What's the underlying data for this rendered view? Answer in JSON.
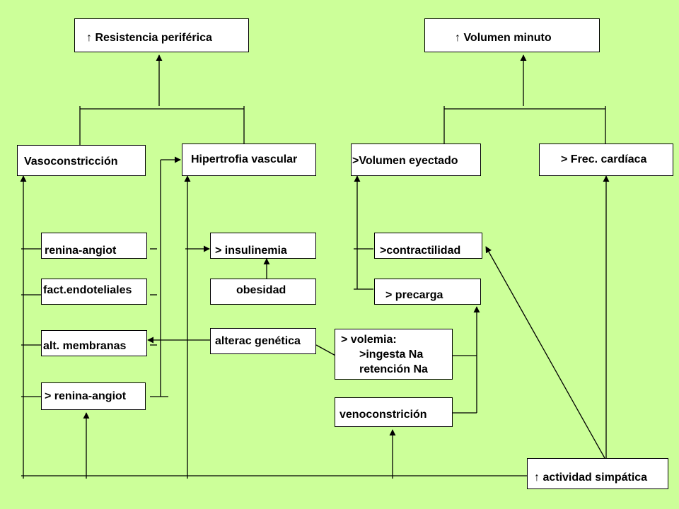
{
  "boxes": {
    "resistencia": "↑ Resistencia periférica",
    "volumen_minuto": "↑ Volumen minuto",
    "vasoconstriccion": "Vasoconstricción",
    "hipertrofia": "Hipertrofia vascular",
    "volumen_eyectado": ">Volumen eyectado",
    "frec_cardiaca": "> Frec. cardíaca",
    "renina_angiot": "renina-angiot",
    "insulinemia": "> insulinemia",
    "contractilidad": ">contractilidad",
    "fact_endoteliales": "fact.endoteliales",
    "obesidad": "obesidad",
    "precarga": "> precarga",
    "alt_membranas": "alt. membranas",
    "alterac_genetica": "alterac genética",
    "volemia_1": "> volemia:",
    "volemia_2": ">ingesta Na",
    "volemia_3": "retención Na",
    "mas_renina_angiot": "> renina-angiot",
    "venoconstricion": "venoconstrición",
    "actividad_simpatica": "↑ actividad simpática"
  }
}
